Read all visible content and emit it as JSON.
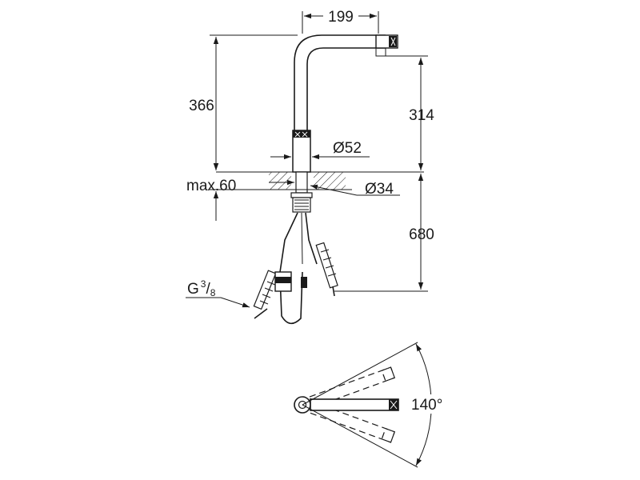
{
  "dimensions": {
    "spout_reach": "199",
    "total_height": "366",
    "spout_outlet_height": "314",
    "body_diameter": "Ø52",
    "counter_thickness": "max.60",
    "hole_diameter": "Ø34",
    "hose_length": "680",
    "connection": {
      "base": "G",
      "numerator": "3",
      "separator": "/",
      "denominator": "8"
    },
    "swivel_angle": "140°"
  }
}
